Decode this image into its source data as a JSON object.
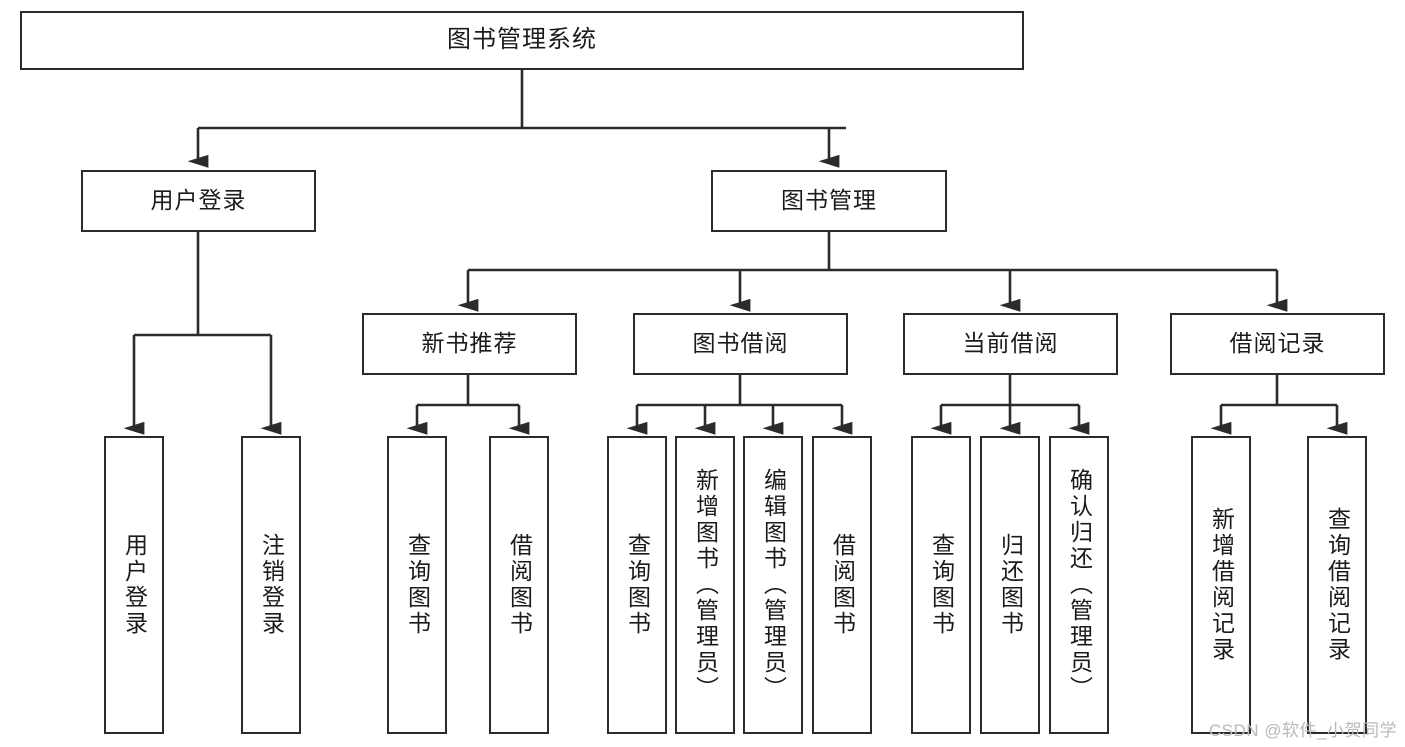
{
  "diagram": {
    "title": "图书管理系统",
    "type": "hierarchy-tree",
    "watermark": "CSDN @软件_小贺同学",
    "colors": {
      "box_border": "#2b2b2b",
      "box_fill": "#ffffff",
      "edge": "#2b2b2b",
      "text": "#1b1b1b",
      "watermark": "#b9b9b9",
      "background": "#ffffff"
    }
  },
  "nodes": {
    "root": {
      "label": "图书管理系统"
    },
    "level1": [
      {
        "id": "user-login",
        "label": "用户登录"
      },
      {
        "id": "book-manage",
        "label": "图书管理"
      }
    ],
    "level2": [
      {
        "id": "new-book-recommend",
        "label": "新书推荐",
        "parent": "book-manage"
      },
      {
        "id": "book-borrow",
        "label": "图书借阅",
        "parent": "book-manage"
      },
      {
        "id": "current-borrow",
        "label": "当前借阅",
        "parent": "book-manage"
      },
      {
        "id": "borrow-record",
        "label": "借阅记录",
        "parent": "book-manage"
      }
    ],
    "leaves": [
      {
        "id": "leaf-user-login",
        "label": "用户登录",
        "parent": "user-login"
      },
      {
        "id": "leaf-logout-login",
        "label": "注销登录",
        "parent": "user-login"
      },
      {
        "id": "leaf-query-book-1",
        "label": "查询图书",
        "parent": "new-book-recommend"
      },
      {
        "id": "leaf-borrow-book-1",
        "label": "借阅图书",
        "parent": "new-book-recommend"
      },
      {
        "id": "leaf-query-book-2",
        "label": "查询图书",
        "parent": "book-borrow"
      },
      {
        "id": "leaf-add-book",
        "label": "新增图书（管理员）",
        "parent": "book-borrow"
      },
      {
        "id": "leaf-edit-book",
        "label": "编辑图书（管理员）",
        "parent": "book-borrow"
      },
      {
        "id": "leaf-borrow-book-2",
        "label": "借阅图书",
        "parent": "book-borrow"
      },
      {
        "id": "leaf-query-book-3",
        "label": "查询图书",
        "parent": "current-borrow"
      },
      {
        "id": "leaf-return-book",
        "label": "归还图书",
        "parent": "current-borrow"
      },
      {
        "id": "leaf-confirm-return",
        "label": "确认归还（管理员）",
        "parent": "current-borrow"
      },
      {
        "id": "leaf-add-record",
        "label": "新增借阅记录",
        "parent": "borrow-record"
      },
      {
        "id": "leaf-query-record",
        "label": "查询借阅记录",
        "parent": "borrow-record"
      }
    ]
  }
}
